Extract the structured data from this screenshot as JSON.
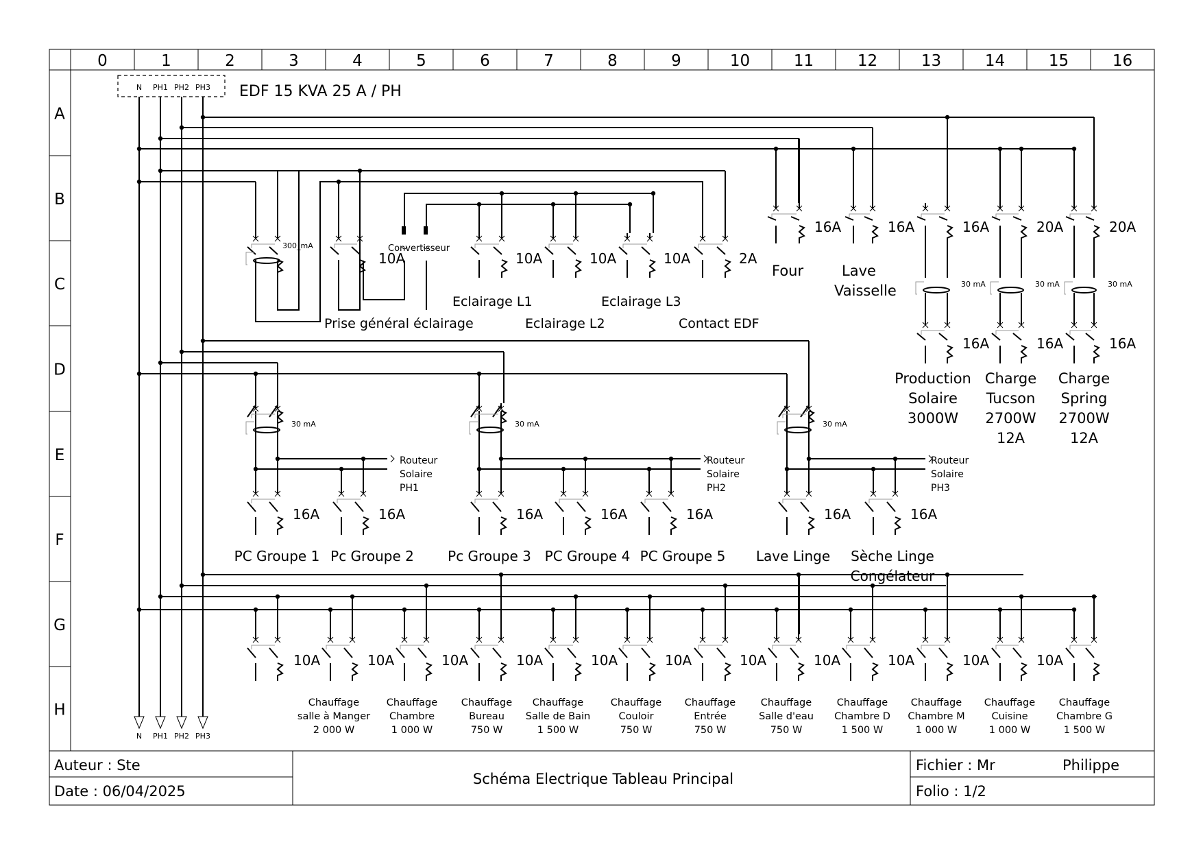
{
  "grid": {
    "columns": [
      "0",
      "1",
      "2",
      "3",
      "4",
      "5",
      "6",
      "7",
      "8",
      "9",
      "10",
      "11",
      "12",
      "13",
      "14",
      "15",
      "16"
    ],
    "rows": [
      "A",
      "B",
      "C",
      "D",
      "E",
      "F",
      "G",
      "H"
    ]
  },
  "supply": {
    "conductors": [
      "N",
      "PH1",
      "PH2",
      "PH3"
    ],
    "text": "EDF     15 KVA     25 A / PH"
  },
  "general": {
    "diff_label": "300_mA",
    "prise_rating": "10A",
    "convertisseur_label": "Convertisseur",
    "group_label": "Prise général éclairage"
  },
  "lighting_breakers": [
    {
      "rating": "10A",
      "name": "Eclairage L1"
    },
    {
      "rating": "10A",
      "name": "Eclairage L2"
    },
    {
      "rating": "10A",
      "name": "Eclairage L3"
    },
    {
      "rating": "2A",
      "name": "Contact EDF"
    }
  ],
  "right_breakers": [
    {
      "rating": "16A",
      "name": "Four"
    },
    {
      "rating": "16A",
      "name": "Lave Vaisselle"
    }
  ],
  "charge_circuits": [
    {
      "rating_top": "16A",
      "diff": "30 mA",
      "rating_bottom": "16A",
      "label": [
        "Production",
        "Solaire",
        "3000W"
      ]
    },
    {
      "rating_top": "20A",
      "diff": "30 mA",
      "rating_bottom": "16A",
      "label": [
        "Charge",
        "Tucson",
        "2700W",
        "12A"
      ]
    },
    {
      "rating_top": "20A",
      "diff": "30 mA",
      "rating_bottom": "16A",
      "label": [
        "Charge",
        "Spring",
        "2700W",
        "12A"
      ]
    }
  ],
  "row_e_groups": [
    {
      "diff": "30 mA",
      "routeur": [
        "Routeur",
        "Solaire",
        "PH1"
      ],
      "breakers": [
        {
          "rating": "16A",
          "name": "PC Groupe 1"
        },
        {
          "rating": "16A",
          "name": "Pc Groupe 2"
        }
      ]
    },
    {
      "diff": "30 mA",
      "routeur": [
        "Routeur",
        "Solaire",
        "PH2"
      ],
      "breakers": [
        {
          "rating": "16A",
          "name": "Pc Groupe 3"
        },
        {
          "rating": "16A",
          "name": "PC Groupe 4"
        },
        {
          "rating": "16A",
          "name": "PC Groupe 5"
        }
      ]
    },
    {
      "diff": "30 mA",
      "routeur": [
        "Routeur",
        "Solaire",
        "PH3"
      ],
      "breakers": [
        {
          "rating": "16A",
          "name": "Lave Linge"
        },
        {
          "rating": "16A",
          "name": "Sèche Linge\nCongélateur"
        }
      ]
    }
  ],
  "heating": [
    {
      "rating": "10A",
      "label": [
        "Chauffage",
        "salle à Manger",
        "2 000 W"
      ]
    },
    {
      "rating": "10A",
      "label": [
        "Chauffage",
        "Chambre",
        "1 000 W"
      ]
    },
    {
      "rating": "10A",
      "label": [
        "Chauffage",
        "Bureau",
        "750 W"
      ]
    },
    {
      "rating": "10A",
      "label": [
        "Chauffage",
        "Salle de Bain",
        "1 500 W"
      ]
    },
    {
      "rating": "10A",
      "label": [
        "Chauffage",
        "Couloir",
        "750 W"
      ]
    },
    {
      "rating": "10A",
      "label": [
        "Chauffage",
        "Entrée",
        "750 W"
      ]
    },
    {
      "rating": "10A",
      "label": [
        "Chauffage",
        "Salle d'eau",
        "750 W"
      ]
    },
    {
      "rating": "10A",
      "label": [
        "Chauffage",
        "Chambre D",
        "1 500 W"
      ]
    },
    {
      "rating": "10A",
      "label": [
        "Chauffage",
        "Chambre M",
        "1 000 W"
      ]
    },
    {
      "rating": "10A",
      "label": [
        "Chauffage",
        "Cuisine",
        "1 000 W"
      ]
    },
    {
      "rating": "10A",
      "label": [
        "Chauffage",
        "Chambre G",
        "1 500 W"
      ]
    }
  ],
  "title_block": {
    "author": "Auteur : Ste",
    "date": "Date : 06/04/2025",
    "title": "Schéma Electrique Tableau Principal",
    "file_label": "Fichier : Mr",
    "file_name": "Philippe",
    "folio": "Folio :   1/2"
  }
}
